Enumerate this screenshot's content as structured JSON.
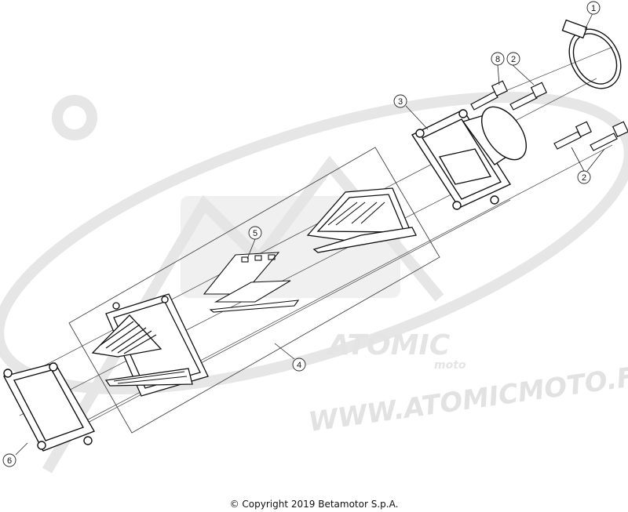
{
  "watermark": {
    "brand_main": "ATOMIC",
    "brand_sub": "moto",
    "website": "WWW.ATOMICMOTO.F"
  },
  "callouts": [
    {
      "num": "1",
      "part": "hose clamp"
    },
    {
      "num": "2",
      "part": "screw"
    },
    {
      "num": "2",
      "part": "screw"
    },
    {
      "num": "3",
      "part": "intake manifold"
    },
    {
      "num": "4",
      "part": "reed valve assembly"
    },
    {
      "num": "5",
      "part": "reed petals"
    },
    {
      "num": "6",
      "part": "gasket"
    },
    {
      "num": "8",
      "part": "screw"
    }
  ],
  "copyright": "© Copyright 2019 Betamotor S.p.A."
}
